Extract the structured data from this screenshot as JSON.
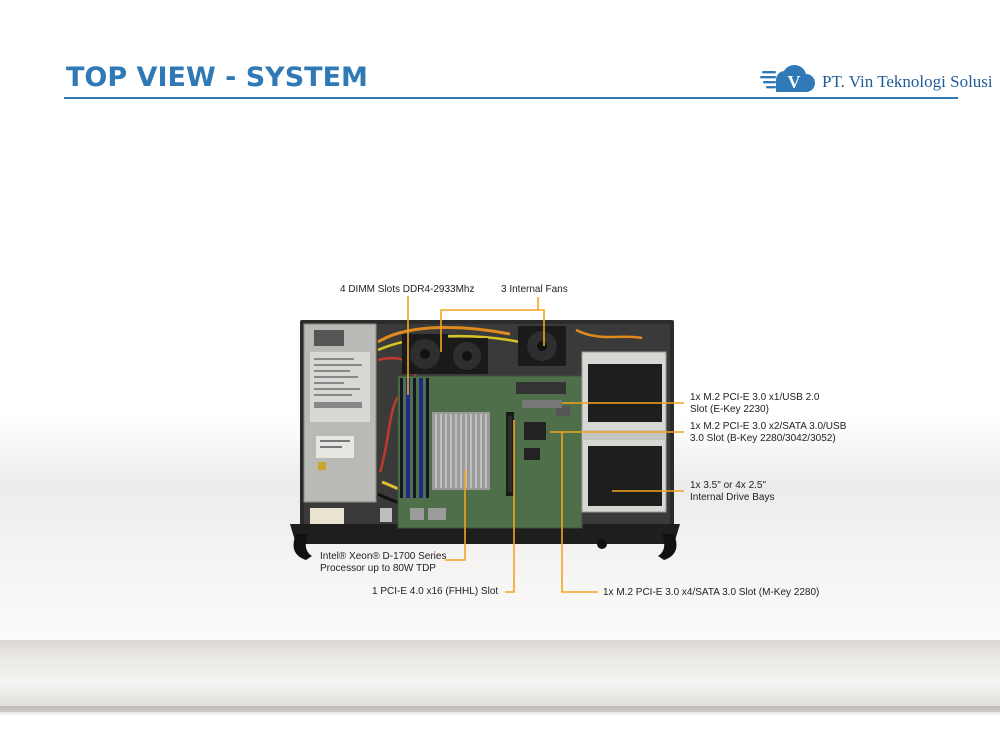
{
  "header": {
    "title": "TOP VIEW - SYSTEM",
    "logo_text": "PT. Vin Teknologi Solusi",
    "logo_mark_letter": "V"
  },
  "colors": {
    "title_blue": "#2e79b6",
    "leader_orange": "#f3a41f",
    "chassis_dark": "#2b2b2b",
    "board_green": "#4f6e4a"
  },
  "callouts": {
    "dimm": "4 DIMM Slots DDR4-2933Mhz",
    "fans": "3 Internal  Fans",
    "m2_e_key_line1": "1x M.2 PCI-E 3.0 x1/USB 2.0",
    "m2_e_key_line2": "Slot (E-Key 2230)",
    "m2_b_key_line1": "1x M.2 PCI-E 3.0 x2/SATA 3.0/USB",
    "m2_b_key_line2": "3.0 Slot (B-Key 2280/3042/3052)",
    "drive_bays_line1": "1x 3.5\" or 4x 2.5\"",
    "drive_bays_line2": "Internal  Drive Bays",
    "processor_line1": "Intel® Xeon® D-1700 Series",
    "processor_line2": "Processor up to 80W TDP",
    "pcie_slot": "1 PCI-E 4.0 x16 (FHHL) Slot",
    "m2_m_key": "1x M.2 PCI-E 3.0 x4/SATA 3.0 Slot (M-Key 2280)"
  }
}
